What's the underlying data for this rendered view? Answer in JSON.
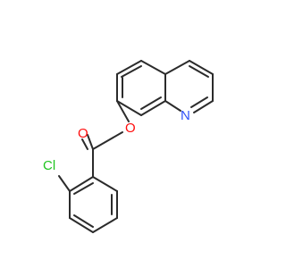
{
  "molecule": {
    "atoms": [
      {
        "symbol": "O",
        "color": "#ff0d0d"
      },
      {
        "symbol": "O",
        "color": "#ff0d0d"
      },
      {
        "symbol": "N",
        "color": "#3050f8"
      },
      {
        "symbol": "Cl",
        "color": "#1fc41f"
      }
    ]
  }
}
